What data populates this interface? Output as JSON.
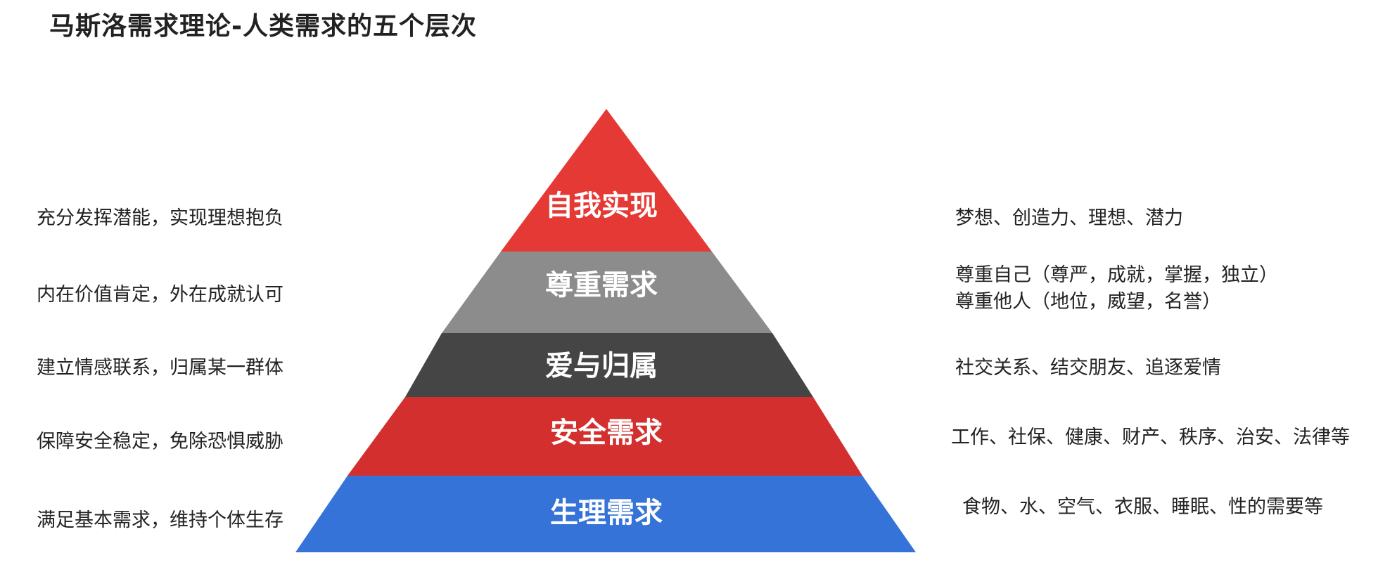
{
  "title": "马斯洛需求理论-人类需求的五个层次",
  "colors": {
    "self_actualization": "#E53935",
    "esteem": "#8C8C8C",
    "love_belonging": "#454545",
    "safety": "#D32F2F",
    "physiological": "#3573D9"
  },
  "levels": [
    {
      "key": "self_actualization",
      "label": "自我实现",
      "left_description": "充分发挥潜能，实现理想抱负",
      "right_description": [
        "梦想、创造力、理想、潜力"
      ]
    },
    {
      "key": "esteem",
      "label": "尊重需求",
      "left_description": "内在价值肯定，外在成就认可",
      "right_description": [
        "尊重自己（尊严，成就，掌握，独立）",
        "尊重他人（地位，威望，名誉）"
      ]
    },
    {
      "key": "love_belonging",
      "label": "爱与归属",
      "left_description": "建立情感联系，归属某一群体",
      "right_description": [
        "社交关系、结交朋友、追逐爱情"
      ]
    },
    {
      "key": "safety",
      "label": "安全需求",
      "left_description": "保障安全稳定，免除恐惧威胁",
      "right_description": [
        "工作、社保、健康、财产、秩序、治安、法律等"
      ]
    },
    {
      "key": "physiological",
      "label": "生理需求",
      "left_description": "满足基本需求，维持个体生存",
      "right_description": [
        "食物、水、空气、衣服、睡眠、性的需要等"
      ]
    }
  ]
}
